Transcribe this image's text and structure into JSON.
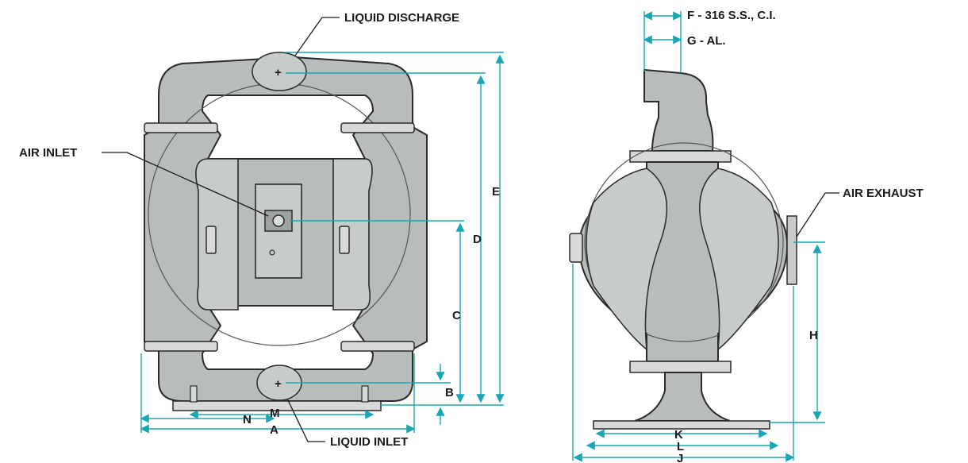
{
  "callouts": {
    "liquid_discharge": "LIQUID DISCHARGE",
    "air_inlet": "AIR INLET",
    "liquid_inlet": "LIQUID INLET",
    "air_exhaust": "AIR EXHAUST",
    "f_material": "F - 316 S.S., C.I.",
    "g_material": "G - AL."
  },
  "dimensions": {
    "a": "A",
    "b": "B",
    "c": "C",
    "d": "D",
    "e": "E",
    "h": "H",
    "j": "J",
    "k": "K",
    "l": "L",
    "m": "M",
    "n": "N"
  },
  "colors": {
    "pump_body": "#b9bcbd",
    "dimension_lines": "#1aa7b3",
    "outline": "#2a2a2a"
  }
}
